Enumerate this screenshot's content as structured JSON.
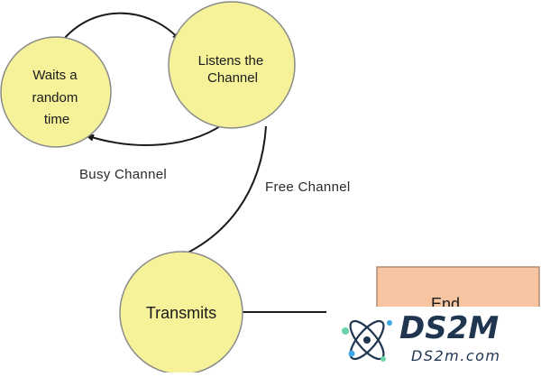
{
  "diagram": {
    "colors": {
      "node_fill": "#f6f29a",
      "node_stroke": "#8a8a8a",
      "end_fill": "#f7c4a1",
      "end_stroke": "#b08a73",
      "edge": "#1a1a1a",
      "text": "#1a1a1a"
    },
    "nodes": {
      "waits": {
        "lines": [
          "Waits a",
          "random",
          "time"
        ]
      },
      "listens": {
        "lines": [
          "Listens the",
          "Channel"
        ]
      },
      "transmits": {
        "label": "Transmits"
      },
      "end": {
        "label": "End"
      }
    },
    "edges": {
      "busy_channel": "Busy Channel",
      "free_channel": "Free Channel"
    }
  },
  "watermark": {
    "title": "DS2M",
    "subtitle": "DS2m.com",
    "colors": {
      "ring": "#1f3550",
      "dot_green": "#6cd3a8",
      "dot_blue": "#3aa8e6"
    }
  }
}
